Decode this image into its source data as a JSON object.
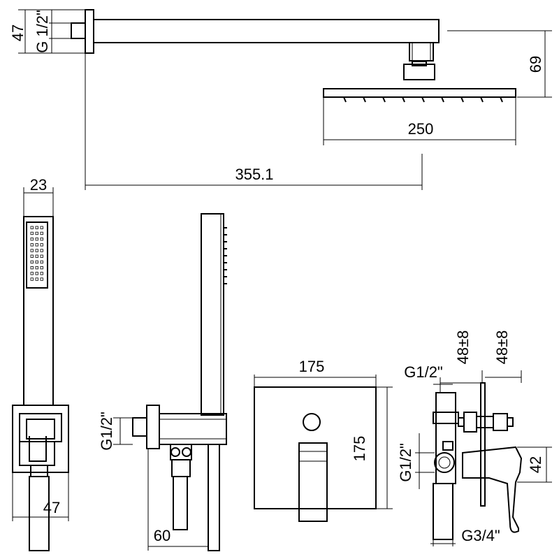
{
  "dimensions": {
    "arm_height": "47",
    "arm_thread": "G 1/2\"",
    "head_drop": "69",
    "head_width": "250",
    "arm_length": "355.1",
    "hand_width": "23",
    "holder_depth": "47",
    "outlet_thread": "G1/2\"",
    "outlet_offset": "60",
    "plate_width": "175",
    "plate_height": "175",
    "body_depth_a": "48±8",
    "body_depth_b": "48±8",
    "body_thread_top": "G1/2\"",
    "body_thread_side": "G1/2\"",
    "lever_height": "42",
    "body_thread_bottom": "G3/4\""
  }
}
